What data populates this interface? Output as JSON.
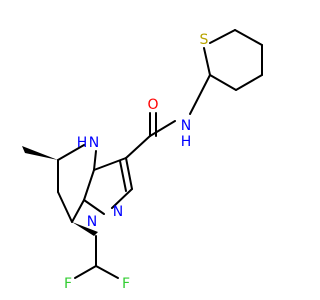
{
  "atoms": {
    "O": {
      "text": "O",
      "color": "#ff0000"
    },
    "NH": {
      "text": "N",
      "sub": "H",
      "color": "#0000ff"
    },
    "NHA": {
      "text": "N",
      "sub": "H",
      "color": "#0000ff"
    },
    "N1": {
      "text": "N",
      "color": "#0000ff"
    },
    "N2": {
      "text": "N",
      "color": "#0000ff"
    },
    "S": {
      "text": "S",
      "color": "#b8a400"
    },
    "F1": {
      "text": "F",
      "color": "#32cd32"
    },
    "F2": {
      "text": "F",
      "color": "#32cd32"
    }
  }
}
